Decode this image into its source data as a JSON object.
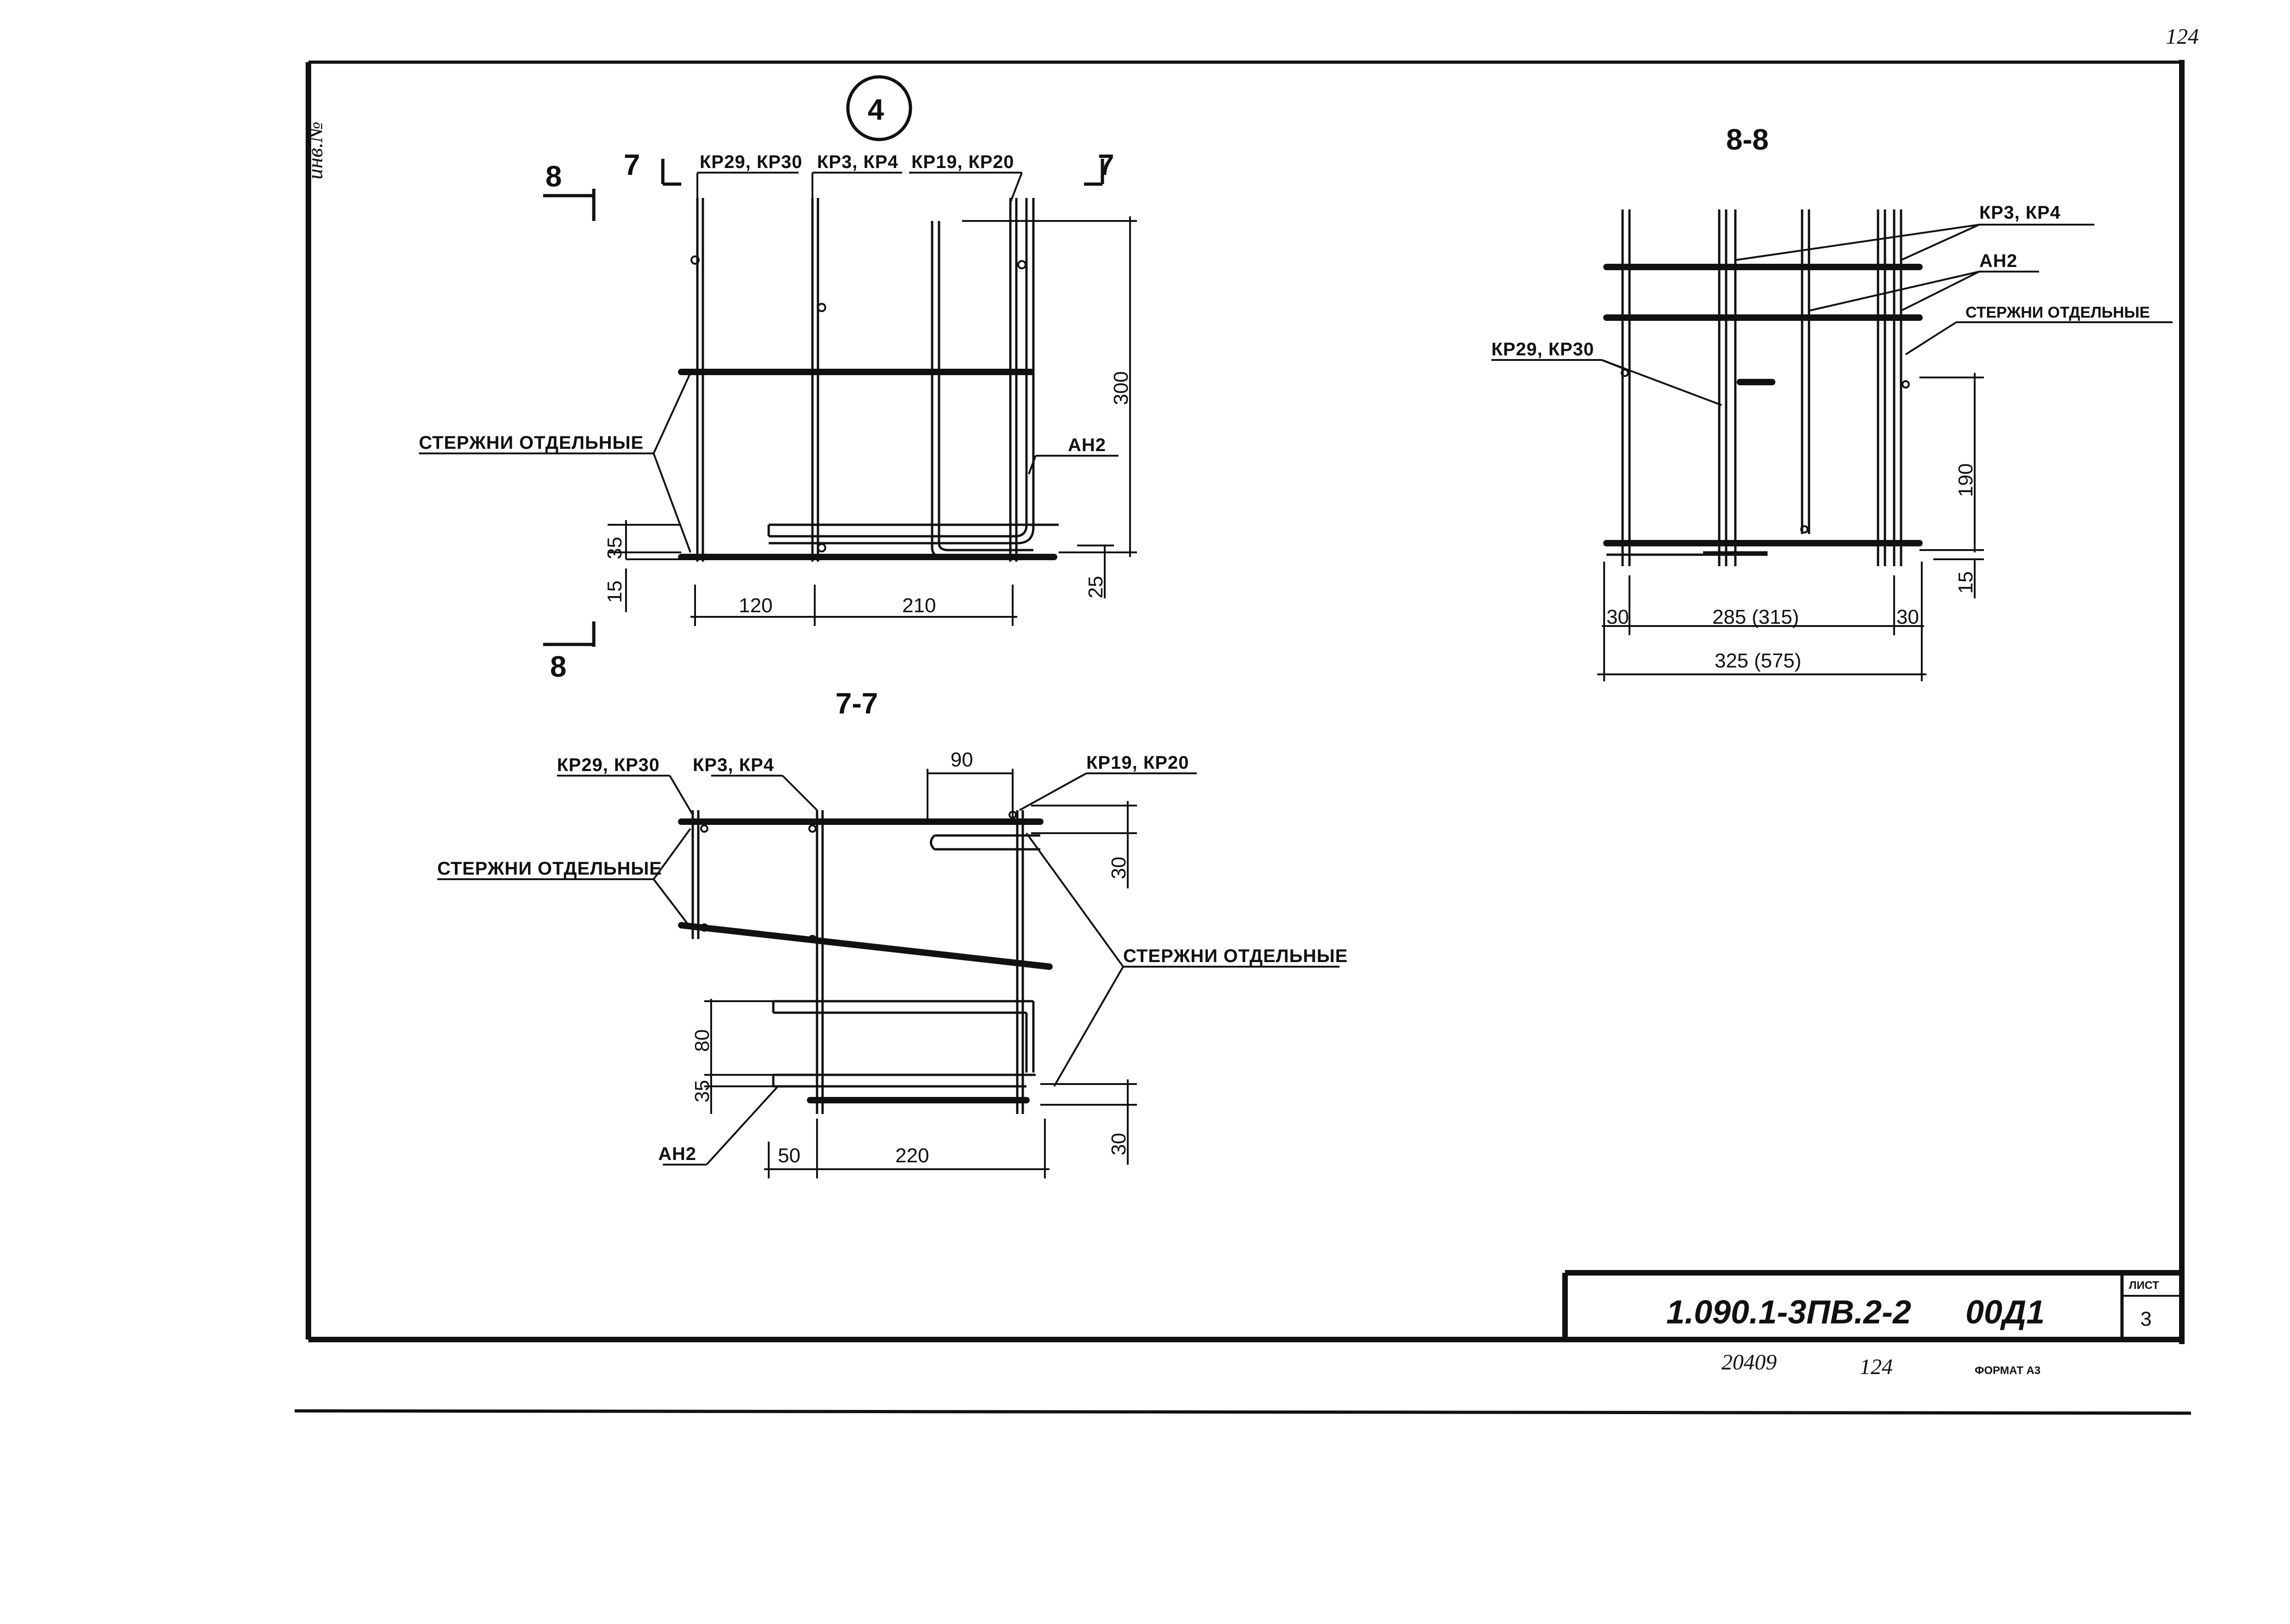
{
  "sheet": {
    "page_number_top": "124",
    "side_mark": "инв.№",
    "title_block": {
      "code": "1.090.1-3ПВ.2-2",
      "suffix": "00Д1",
      "sheet_label": "ЛИСТ",
      "sheet_number": "3"
    },
    "footer": {
      "inv_number": "20409",
      "page": "124",
      "format": "ФОРМАТ А3"
    }
  },
  "view_main": {
    "node_mark": "4",
    "cut_8_top": "8",
    "cut_8_bottom": "8",
    "cut_7_left": "7",
    "cut_7_right": "7",
    "labels": {
      "kr29_30": "КР29, КР30",
      "kr3_4": "КР3, КР4",
      "kr19_20": "КР19, КР20",
      "rods": "СТЕРЖНИ ОТДЕЛЬНЫЕ",
      "an2": "АН2"
    },
    "dims": {
      "d300": "300",
      "d35": "35",
      "d15": "15",
      "d25": "25",
      "d120": "120",
      "d210": "210"
    }
  },
  "view_7_7": {
    "title": "7-7",
    "labels": {
      "kr29_30": "КР29, КР30",
      "kr3_4": "КР3, КР4",
      "kr19_20": "КР19, КР20",
      "rods_left": "СТЕРЖНИ ОТДЕЛЬНЫЕ",
      "rods_right": "СТЕРЖНИ ОТДЕЛЬНЫЕ",
      "an2": "АН2"
    },
    "dims": {
      "d90": "90",
      "d30_top": "30",
      "d80": "80",
      "d35": "35",
      "d30_bottom": "30",
      "d50": "50",
      "d220": "220"
    }
  },
  "view_8_8": {
    "title": "8-8",
    "labels": {
      "kr3_4": "КР3, КР4",
      "an2": "АН2",
      "rods": "СТЕРЖНИ ОТДЕЛЬНЫЕ",
      "kr29_30": "КР29, КР30"
    },
    "dims": {
      "d190": "190",
      "d15": "15",
      "d30_left": "30",
      "d285": "285 (315)",
      "d30_right": "30",
      "d325": "325 (575)"
    }
  }
}
